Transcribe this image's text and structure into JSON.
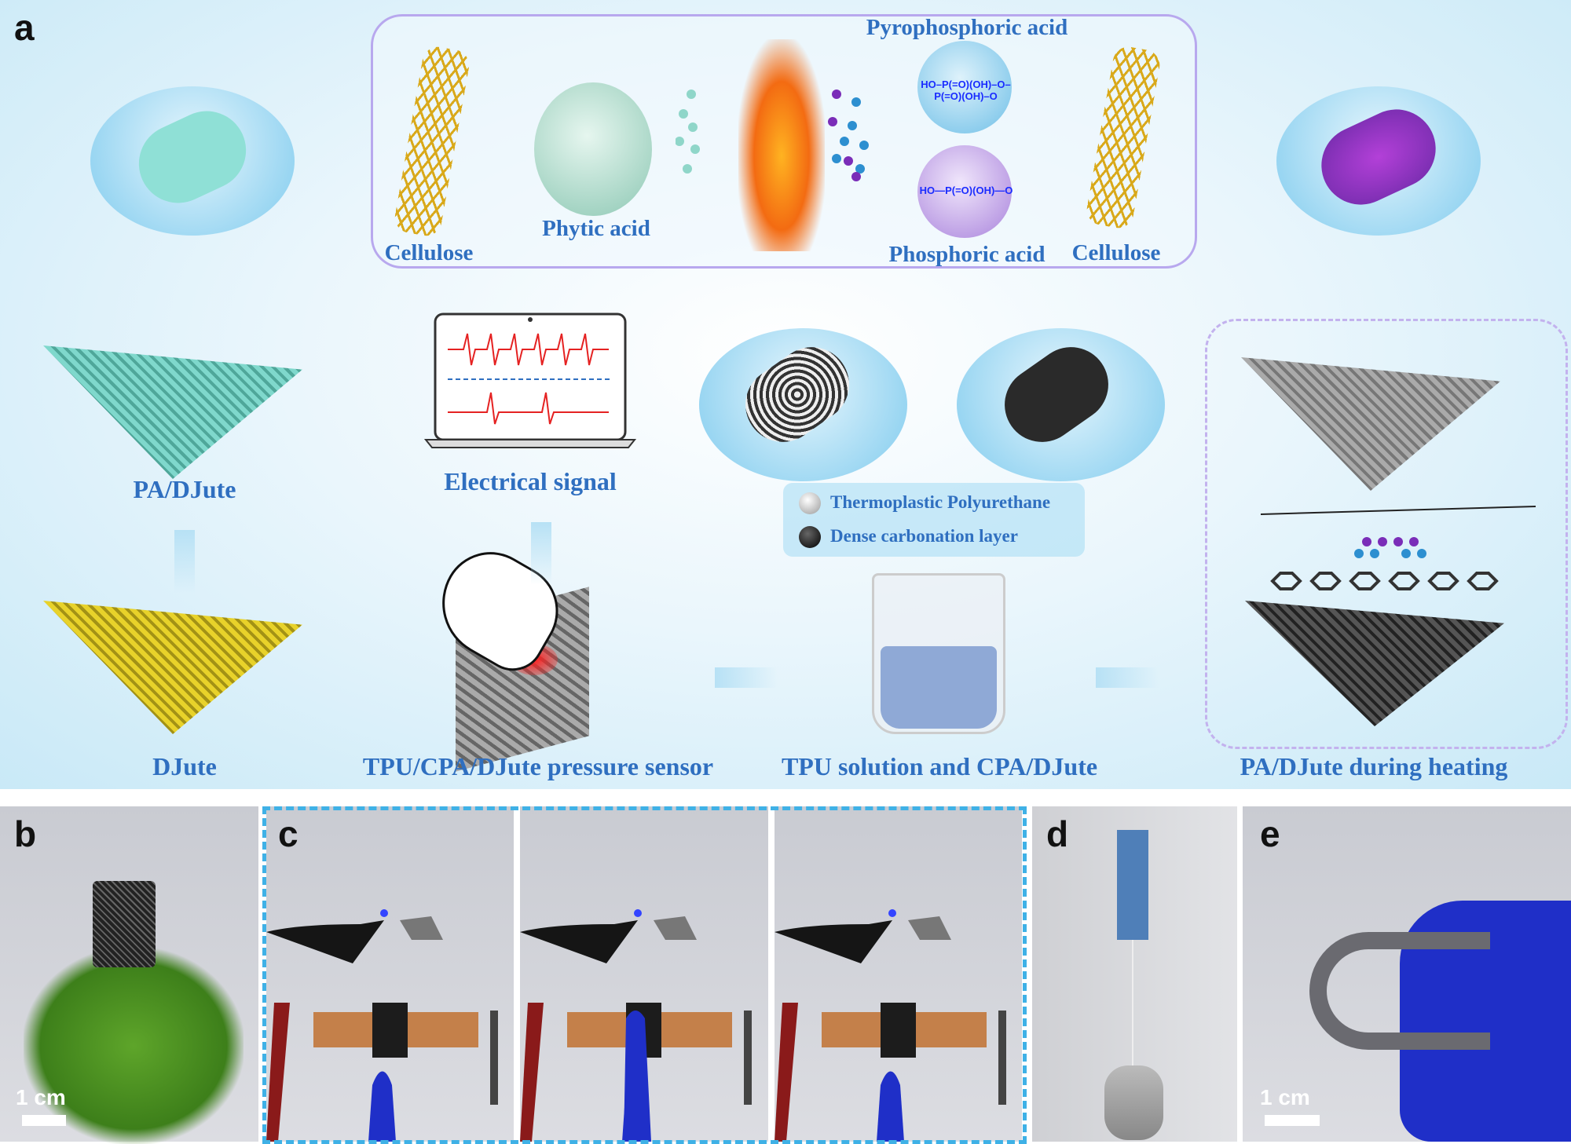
{
  "panel_labels": {
    "a": "a",
    "b": "b",
    "c": "c",
    "d": "d",
    "e": "e"
  },
  "top_mechanism": {
    "cellulose_left": "Cellulose",
    "phytic_acid": "Phytic acid",
    "pyrophosphoric_acid": "Pyrophosphoric acid",
    "phosphoric_acid": "Phosphoric acid",
    "cellulose_right": "Cellulose",
    "chem_pyro": "HO–P(=O)(OH)–O–P(=O)(OH)–O",
    "chem_phos": "HO—P(=O)(OH)—O"
  },
  "stages": {
    "pa_djute": "PA/DJute",
    "electrical_signal": "Electrical signal",
    "djute": "DJute",
    "sensor": "TPU/CPA/DJute pressure sensor",
    "tpu_solution": "TPU solution and CPA/DJute",
    "heating": "PA/DJute during heating"
  },
  "legend": [
    {
      "label": "Thermoplastic Polyurethane",
      "color": "#f2f2f2"
    },
    {
      "label": "Dense carbonation layer",
      "color": "#111111"
    }
  ],
  "scale_bars": {
    "b": "1 cm",
    "e": "1 cm"
  },
  "colors": {
    "label_blue": "#2f6fc0",
    "frame_blue": "#3fb1e6",
    "box_purple": "#b8a8ee",
    "signal_red": "#e52222",
    "glove_blue": "#1f2fc8"
  }
}
